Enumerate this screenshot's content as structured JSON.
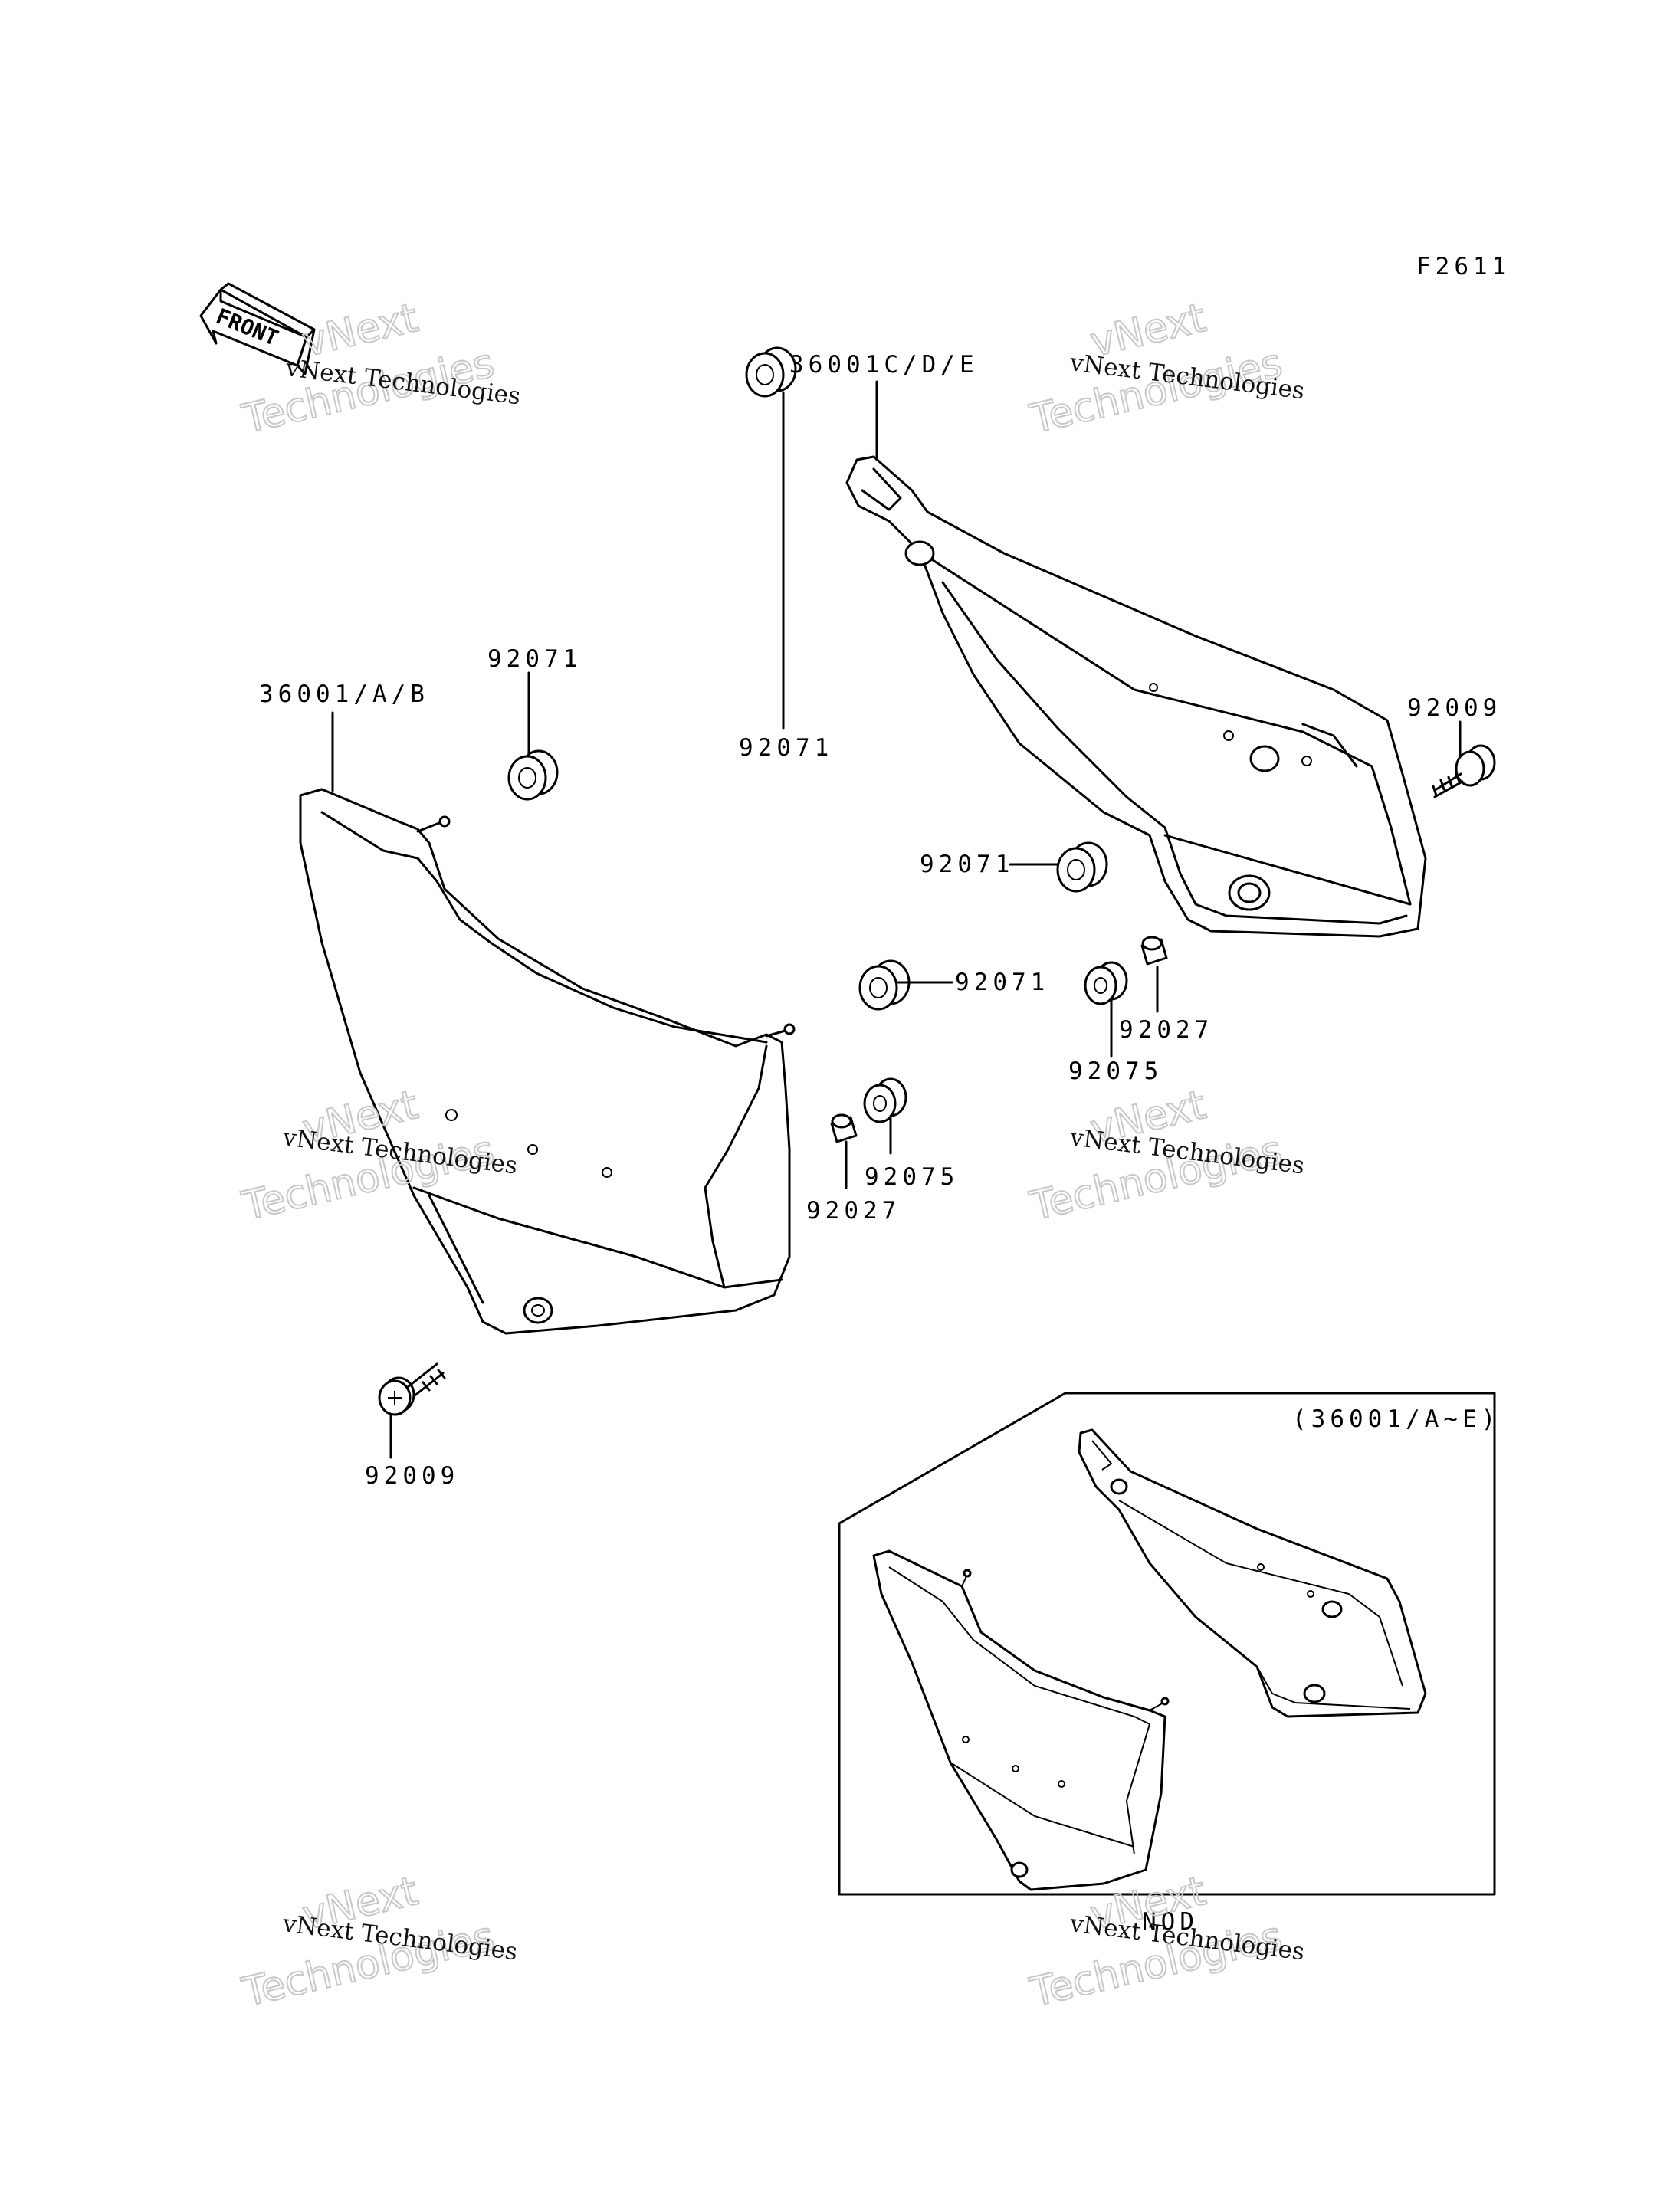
{
  "diagram_code": "F2611",
  "front_marker": "FRONT",
  "labels": {
    "left_cover": "36001/A/B",
    "right_cover": "36001C/D/E",
    "grommet_1": "92071",
    "grommet_2": "92071",
    "grommet_3": "92071",
    "grommet_4": "92071",
    "bolt_right": "92009",
    "bolt_left": "92009",
    "collar_right": "92027",
    "collar_left": "92027",
    "washer_right": "92075",
    "washer_left": "92075",
    "inset_title": "(36001/A~E)",
    "inset_caption": "NOD"
  },
  "watermark": {
    "line1": "vNext Technologies",
    "line2a": "vNext",
    "line2b": "Technologies"
  }
}
